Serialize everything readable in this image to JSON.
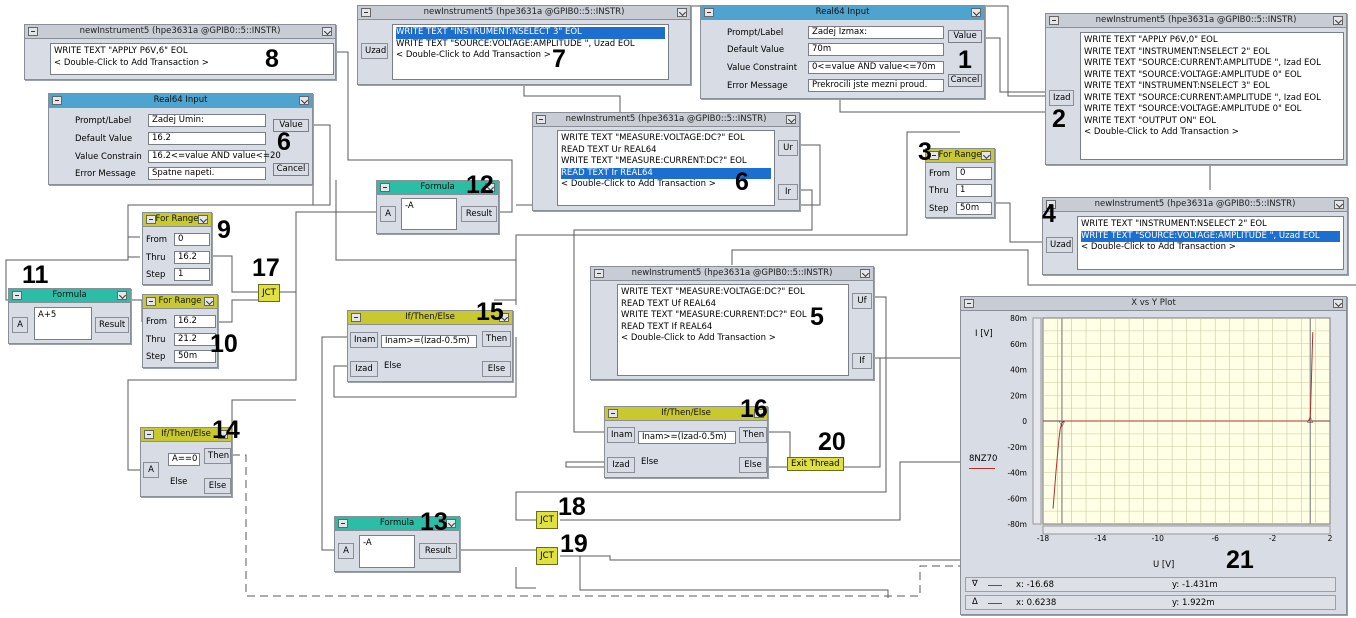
{
  "common": {
    "dc_label": "< Double-Click to Add Transaction >",
    "uzad": "Uzad",
    "izad": "Izad",
    "inam": "Inam",
    "a": "A",
    "result": "Result",
    "then": "Then",
    "else": "Else",
    "value": "Value",
    "cancel": "Cancel",
    "from": "From",
    "thru": "Thru",
    "step": "Step",
    "prompt_label": "Prompt/Label",
    "default_value": "Default Value",
    "value_constraint": "Value Constraint",
    "value_constraint_cut": "Value Constrain",
    "error_message": "Error Message",
    "jct": "JCT"
  },
  "colors": {
    "wire": "#5a5a5a",
    "trace": "#b03030",
    "grid": "#c8c8a0",
    "plot_bg": "#ffffe6",
    "selected": "#1c6fce"
  },
  "obj8": {
    "title": "newInstrument5 (hpe3631a @GPIB0::5::INSTR)",
    "lines": [
      "WRITE TEXT \"APPLY P6V,6\" EOL"
    ],
    "num": "8"
  },
  "obj7": {
    "title": "newInstrument5 (hpe3631a @GPIB0::5::INSTR)",
    "lines": [
      "WRITE TEXT \"INSTRUMENT:NSELECT 3\" EOL",
      "WRITE TEXT \"SOURCE:VOLTAGE:AMPLITUDE \", Uzad EOL"
    ],
    "num": "7"
  },
  "obj1": {
    "title": "Real64 Input",
    "prompt": "Zadej Izmax:",
    "default": "70m",
    "constraint": "0<=value AND value<=70m",
    "error": "Prekrocili jste mezni proud.",
    "num": "1"
  },
  "obj2": {
    "title": "newInstrument5 (hpe3631a @GPIB0::5::INSTR)",
    "lines": [
      "WRITE TEXT \"APPLY P6V,0\" EOL",
      "WRITE TEXT \"INSTRUMENT:NSELECT 2\" EOL",
      "WRITE TEXT \"SOURCE:CURRENT:AMPLITUDE \", Izad EOL",
      "WRITE TEXT \"SOURCE:VOLTAGE:AMPLITUDE 0\" EOL",
      "WRITE TEXT \"INSTRUMENT:NSELECT 3\" EOL",
      "WRITE TEXT \"SOURCE:CURRENT:AMPLITUDE \", Izad EOL",
      "WRITE TEXT \"SOURCE:VOLTAGE:AMPLITUDE 0\" EOL",
      "WRITE TEXT \"OUTPUT ON\" EOL"
    ],
    "num": "2"
  },
  "obj6a": {
    "title": "Real64 Input",
    "prompt": "Zadej Umin:",
    "default": "16.2",
    "constraint": "16.2<=value AND value<=20",
    "error": "Spatne napeti.",
    "num": "6"
  },
  "obj6b": {
    "title": "newInstrument5 (hpe3631a @GPIB0::5::INSTR)",
    "lines": [
      "WRITE TEXT \"MEASURE:VOLTAGE:DC?\" EOL",
      "READ TEXT Ur REAL64",
      "WRITE TEXT \"MEASURE:CURRENT:DC?\" EOL",
      "READ TEXT Ir REAL64"
    ],
    "out1": "Ur",
    "out2": "Ir",
    "num": "6"
  },
  "obj3": {
    "title": "For Range",
    "from": "0",
    "thru": "1",
    "step": "50m",
    "num": "3"
  },
  "obj4": {
    "title": "newInstrument5 (hpe3631a @GPIB0::5::INSTR)",
    "lines": [
      "WRITE TEXT \"INSTRUMENT:NSELECT 2\" EOL",
      "WRITE TEXT \"SOURCE:VOLTAGE:AMPLITUDE \", Uzad EOL"
    ],
    "num": "4"
  },
  "obj12": {
    "title": "Formula",
    "formula": "-A",
    "num": "12"
  },
  "obj9": {
    "title": "For Range",
    "from": "0",
    "thru": "16.2",
    "step": "1",
    "num": "9"
  },
  "obj10": {
    "title": "For Range",
    "from": "16.2",
    "thru": "21.2",
    "step": "50m",
    "num": "10"
  },
  "obj11": {
    "title": "Formula",
    "formula": "A+5",
    "num": "11"
  },
  "obj17": {
    "num": "17"
  },
  "obj5": {
    "title": "newInstrument5 (hpe3631a @GPIB0::5::INSTR)",
    "lines": [
      "WRITE TEXT \"MEASURE:VOLTAGE:DC?\" EOL",
      "READ TEXT Uf REAL64",
      "WRITE TEXT \"MEASURE:CURRENT:DC?\" EOL",
      "READ TEXT If REAL64"
    ],
    "out1": "Uf",
    "out2": "If",
    "num": "5"
  },
  "obj15": {
    "title": "If/Then/Else",
    "cond": "Inam>=(Izad-0.5m)",
    "num": "15"
  },
  "obj16": {
    "title": "If/Then/Else",
    "cond": "Inam>=(Izad-0.5m)",
    "num": "16"
  },
  "obj20": {
    "label": "Exit Thread",
    "num": "20"
  },
  "obj14": {
    "title": "If/Then/Else",
    "cond": "A==0",
    "num": "14"
  },
  "obj13": {
    "title": "Formula",
    "formula": "-A",
    "num": "13"
  },
  "obj18": {
    "num": "18"
  },
  "obj19": {
    "num": "19"
  },
  "obj21": {
    "title": "X vs Y Plot",
    "num": "21",
    "ylabel": "I [V]",
    "xlabel": "U [V]",
    "trace_name": "8NZ70",
    "m1": {
      "sym": "∇",
      "x": "x: -16.68",
      "y": "y: -1.431m"
    },
    "m2": {
      "sym": "Δ",
      "x": "x: 0.6238",
      "y": "y: 1.922m"
    }
  },
  "chart_data": {
    "type": "line",
    "title": "X vs Y Plot",
    "xlabel": "U [V]",
    "ylabel": "I [V]",
    "xlim": [
      -18,
      2
    ],
    "ylim": [
      -0.08,
      0.08
    ],
    "xticks": [
      -18,
      -14,
      -10,
      -6,
      -2,
      2
    ],
    "yticks": [
      "80m",
      "60m",
      "40m",
      "20m",
      "0",
      "-20m",
      "-40m",
      "-60m",
      "-80m"
    ],
    "grid": true,
    "series": [
      {
        "name": "8NZ70",
        "x": [
          -17.3,
          -17.1,
          -16.9,
          -16.8,
          -16.68,
          -16.5,
          -14,
          -10,
          -6,
          -2,
          0.3,
          0.5,
          0.6238,
          0.7,
          0.8
        ],
        "y": [
          -0.068,
          -0.04,
          -0.015,
          -0.006,
          -0.001431,
          0,
          0,
          0,
          0,
          0,
          0,
          0,
          0.001922,
          0.03,
          0.069
        ]
      }
    ],
    "markers": [
      {
        "x": -16.68,
        "y": -0.001431
      },
      {
        "x": 0.6238,
        "y": 0.001922
      }
    ]
  }
}
